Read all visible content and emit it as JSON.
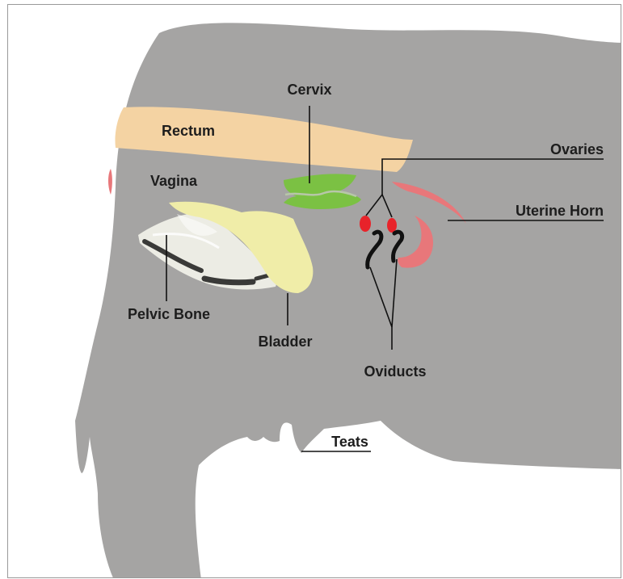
{
  "labels": {
    "cervix": "Cervix",
    "rectum": "Rectum",
    "vagina": "Vagina",
    "ovaries": "Ovaries",
    "uterine_horn": "Uterine Horn",
    "pelvic_bone": "Pelvic Bone",
    "bladder": "Bladder",
    "oviducts": "Oviducts",
    "teats": "Teats"
  },
  "colors": {
    "body": "#a5a4a3",
    "rectum": "#f4d3a3",
    "cervix": "#7bc143",
    "uterine_horn": "#e8777a",
    "ovaries": "#e8232a",
    "bladder": "#f0eda8",
    "pelvic_bone": "#ecece4",
    "bone_dark": "#3a3a38",
    "label_text": "#1d1d1d",
    "leader_line": "#111111"
  }
}
